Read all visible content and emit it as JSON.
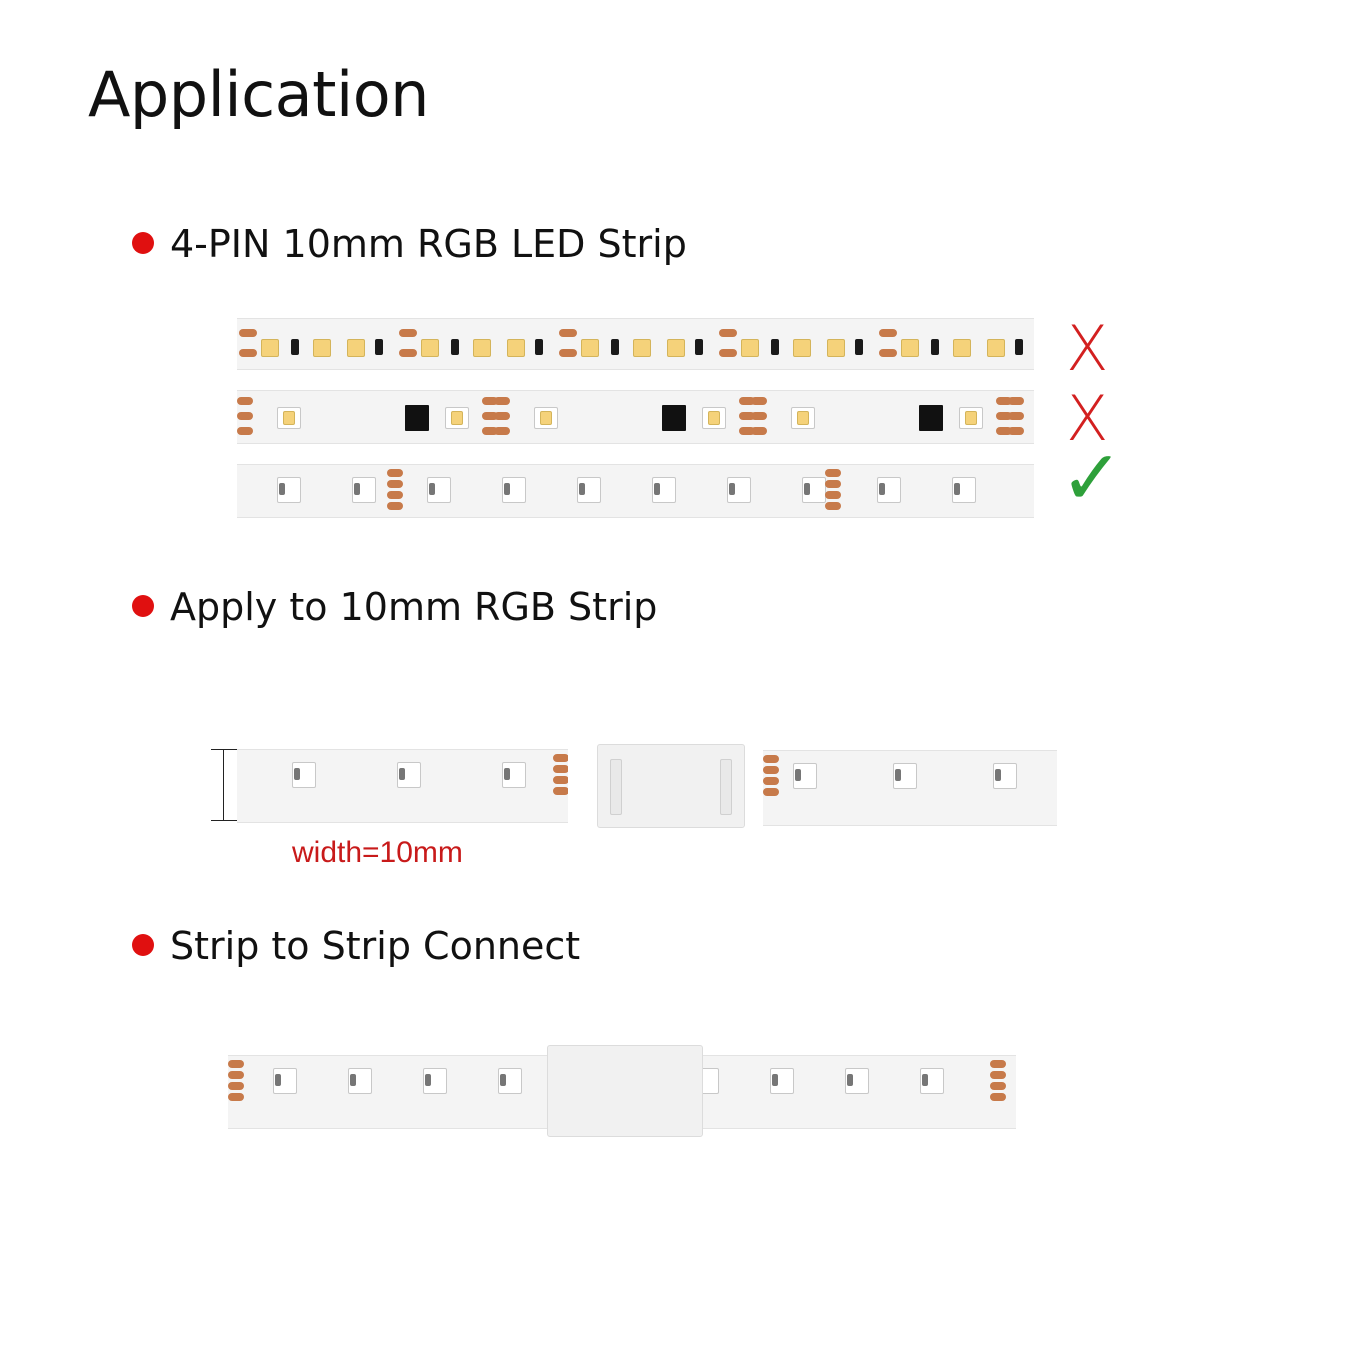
{
  "title": "Application",
  "sections": [
    {
      "heading": "4-PIN 10mm RGB LED Strip"
    },
    {
      "heading": "Apply to 10mm RGB Strip"
    },
    {
      "heading": "Strip to Strip Connect"
    }
  ],
  "strips": [
    {
      "status": "incompatible",
      "mark": "X",
      "mark_color": "#d32020"
    },
    {
      "status": "incompatible",
      "mark": "X",
      "mark_color": "#d32020"
    },
    {
      "status": "compatible",
      "mark": "✓",
      "mark_color": "#2ea03a"
    }
  ],
  "width_label": "width=10mm",
  "colors": {
    "bullet": "#e01010",
    "copper": "#c77a4a",
    "width_label": "#c81a1a"
  }
}
